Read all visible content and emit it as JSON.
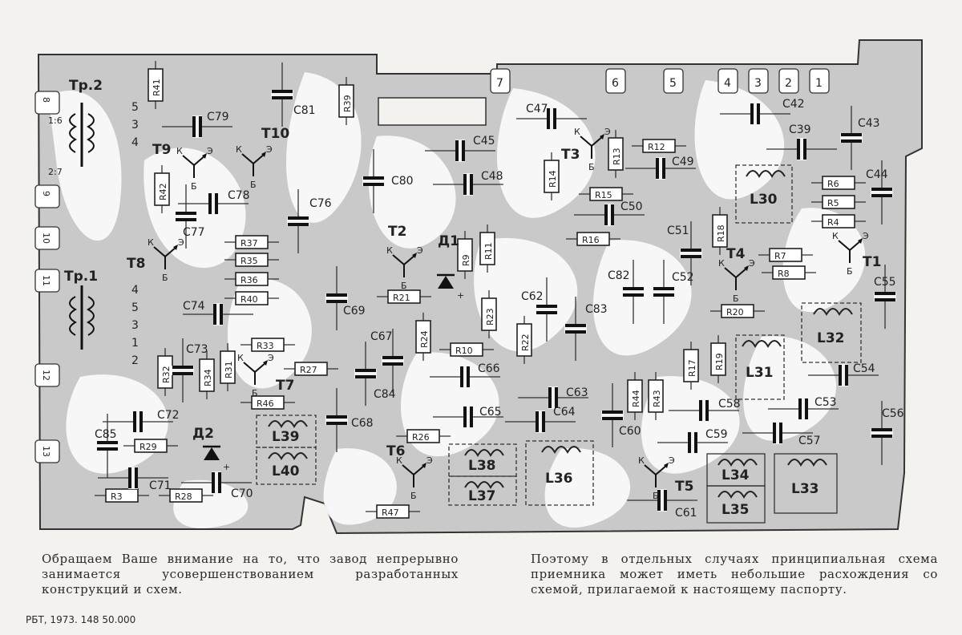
{
  "board": {
    "connectors_top": [
      "7",
      "6",
      "5",
      "4",
      "3",
      "2",
      "1"
    ],
    "connectors_left": [
      "8",
      "9",
      "10",
      "11",
      "12",
      "13"
    ],
    "transformers": [
      {
        "name": "Tp.2",
        "ratios": [
          "1:6",
          "2:7"
        ],
        "pins": [
          "5",
          "3",
          "4"
        ]
      },
      {
        "name": "Tp.1",
        "ratios": [],
        "pins": [
          "4",
          "5",
          "3",
          "1",
          "2"
        ]
      }
    ],
    "transistors": [
      "T1",
      "T2",
      "T3",
      "T4",
      "T5",
      "T6",
      "T7",
      "T8",
      "T9",
      "T10"
    ],
    "diodes": [
      "Д1",
      "Д2"
    ],
    "coils": [
      "L30",
      "L31",
      "L32",
      "L33",
      "L34",
      "L35",
      "L36",
      "L37",
      "L38",
      "L39",
      "L40"
    ],
    "resistors": [
      "R3",
      "R4",
      "R5",
      "R6",
      "R7",
      "R8",
      "R9",
      "R10",
      "R11",
      "R12",
      "R13",
      "R14",
      "R15",
      "R16",
      "R17",
      "R18",
      "R19",
      "R20",
      "R21",
      "R22",
      "R23",
      "R24",
      "R26",
      "R27",
      "R28",
      "R29",
      "R31",
      "R32",
      "R33",
      "R34",
      "R35",
      "R36",
      "R37",
      "R39",
      "R40",
      "R41",
      "R42",
      "R43",
      "R44",
      "R46",
      "R47"
    ],
    "capacitors": [
      "C39",
      "C42",
      "C43",
      "C44",
      "C45",
      "C47",
      "C48",
      "C49",
      "C50",
      "C51",
      "C52",
      "C53",
      "C54",
      "C55",
      "C56",
      "C57",
      "C58",
      "C59",
      "C60",
      "C61",
      "C62",
      "C63",
      "C64",
      "C65",
      "C66",
      "C67",
      "C68",
      "C69",
      "C70",
      "C71",
      "C72",
      "C73",
      "C74",
      "C76",
      "C77",
      "C78",
      "C79",
      "C80",
      "C81",
      "C82",
      "C83",
      "C84",
      "C85"
    ],
    "terminal_letters": {
      "emitter": "Э",
      "base": "Б",
      "collector": "К"
    },
    "polarity_plus": "+"
  },
  "footer": {
    "left_note": "Обращаем Ваше внимание на то, что завод непрерывно занимается усовершенствованием разработанных конструкций и схем.",
    "right_note": "Поэтому в отдельных случаях принципиальная схема приемника может иметь небольшие расхождения со схемой, прилагаемой к настоящему паспорту.",
    "print_info": "РБТ, 1973. 148 50.000"
  }
}
